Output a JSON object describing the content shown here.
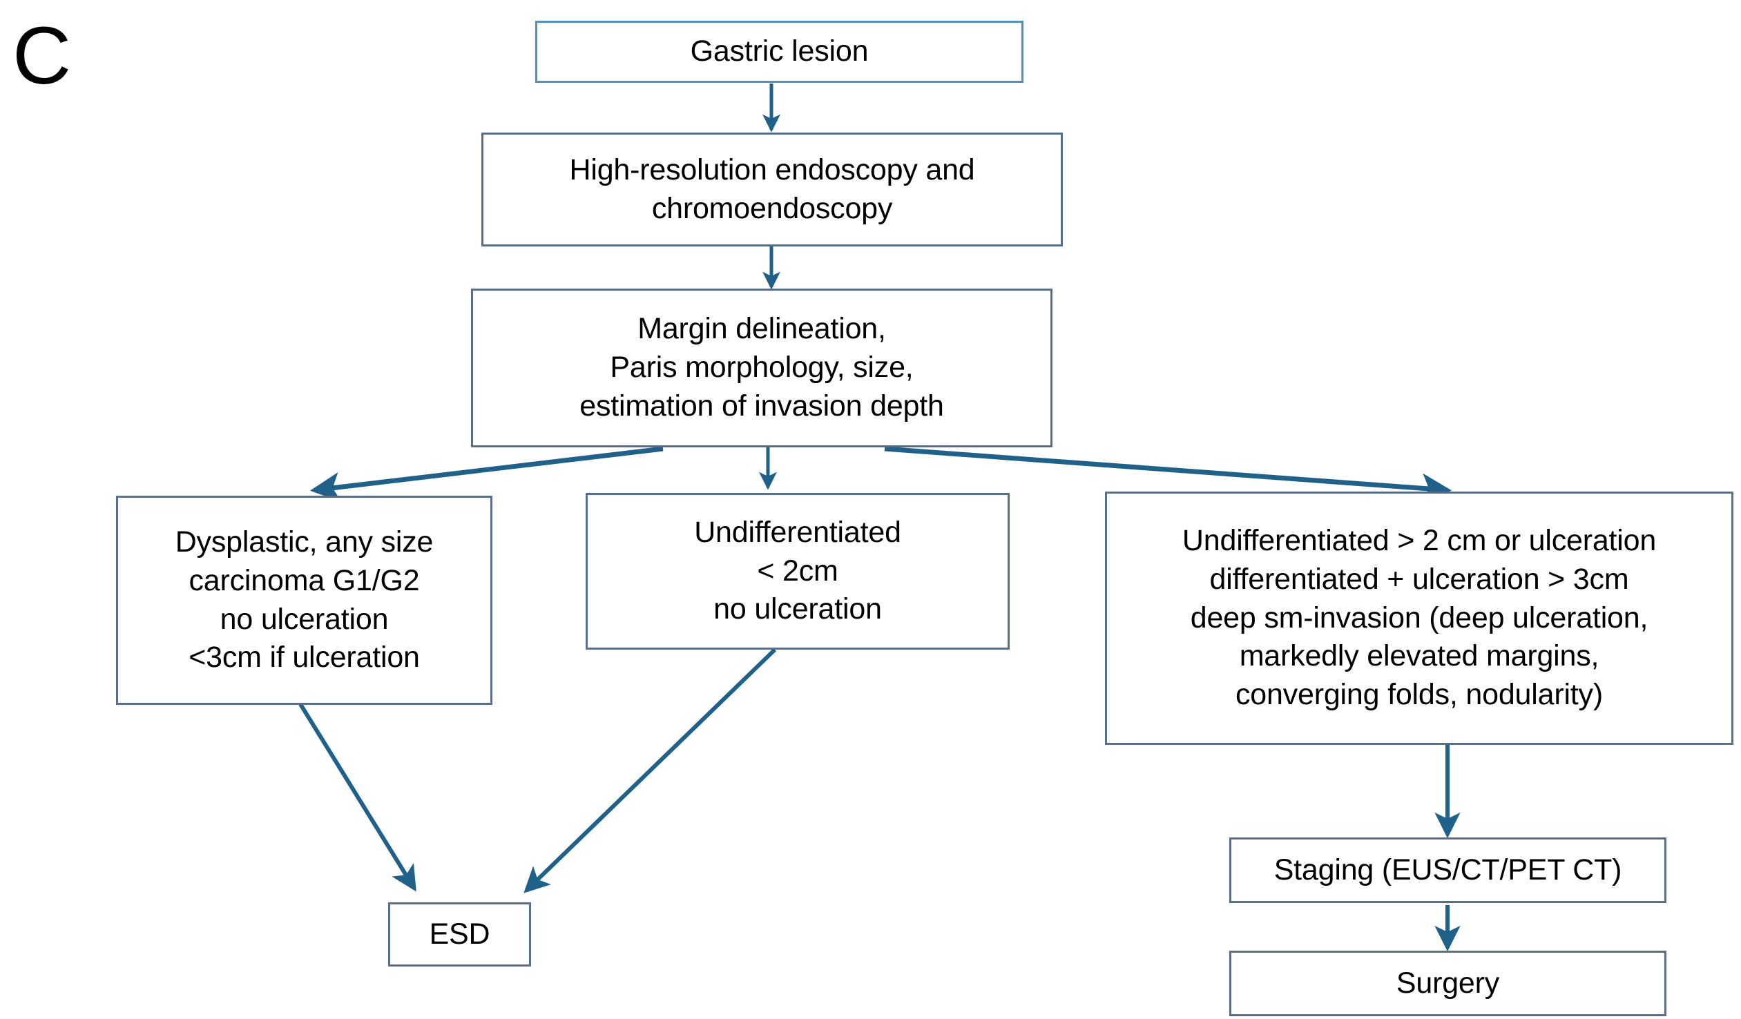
{
  "panel": {
    "label": "C"
  },
  "colors": {
    "arrow": "#1f6189",
    "box_border": "#5a6e87",
    "box_border_accent": "#4e90bf",
    "text": "#000000",
    "background": "#ffffff"
  },
  "chart_data": {
    "type": "diagram",
    "title": "Gastric lesion management algorithm",
    "nodes": [
      {
        "id": "gastric-lesion",
        "label": "Gastric lesion"
      },
      {
        "id": "high-res-endoscopy",
        "label": "High-resolution endoscopy and\nchromoendoscopy"
      },
      {
        "id": "margin-delineation",
        "label": "Margin delineation,\nParis morphology,  size,\nestimation of invasion depth"
      },
      {
        "id": "branch-dysplastic",
        "label": "Dysplastic, any size\ncarcinoma G1/G2\nno ulceration\n<3cm if ulceration"
      },
      {
        "id": "branch-undiff-small",
        "label": "Undifferentiated\n< 2cm\nno ulceration"
      },
      {
        "id": "branch-advanced",
        "label": "Undifferentiated > 2 cm or ulceration\ndifferentiated + ulceration > 3cm\ndeep sm-invasion (deep ulceration,\nmarkedly elevated margins,\nconverging folds, nodularity)"
      },
      {
        "id": "esd",
        "label": "ESD"
      },
      {
        "id": "staging",
        "label": "Staging (EUS/CT/PET CT)"
      },
      {
        "id": "surgery",
        "label": "Surgery"
      }
    ],
    "edges": [
      {
        "from": "gastric-lesion",
        "to": "high-res-endoscopy"
      },
      {
        "from": "high-res-endoscopy",
        "to": "margin-delineation"
      },
      {
        "from": "margin-delineation",
        "to": "branch-dysplastic"
      },
      {
        "from": "margin-delineation",
        "to": "branch-undiff-small"
      },
      {
        "from": "margin-delineation",
        "to": "branch-advanced"
      },
      {
        "from": "branch-dysplastic",
        "to": "esd"
      },
      {
        "from": "branch-undiff-small",
        "to": "esd"
      },
      {
        "from": "branch-advanced",
        "to": "staging"
      },
      {
        "from": "staging",
        "to": "surgery"
      }
    ]
  },
  "nodes": {
    "gastric_lesion": "Gastric lesion",
    "high_res_endoscopy": "High-resolution endoscopy and\nchromoendoscopy",
    "margin_delineation": "Margin delineation,\nParis morphology,  size,\nestimation of invasion depth",
    "branch_dysplastic": "Dysplastic, any size\ncarcinoma G1/G2\nno ulceration\n<3cm if ulceration",
    "branch_undiff": "Undifferentiated\n< 2cm\nno ulceration",
    "branch_advanced": "Undifferentiated > 2 cm or ulceration\ndifferentiated + ulceration > 3cm\ndeep sm-invasion (deep ulceration,\nmarkedly elevated margins,\nconverging folds, nodularity)",
    "esd": "ESD",
    "staging": "Staging (EUS/CT/PET CT)",
    "surgery": "Surgery"
  }
}
